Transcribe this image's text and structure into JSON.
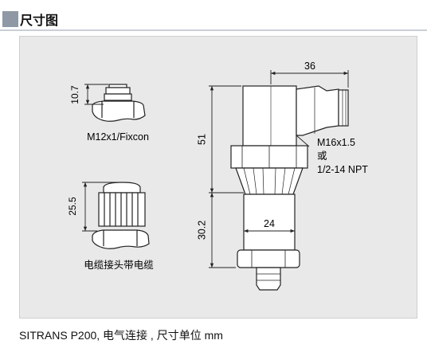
{
  "header": {
    "title": "尺寸图"
  },
  "figure": {
    "dimensions": {
      "connector_m12_height": "10.7",
      "connector_cable_height": "25.5",
      "width_top": "36",
      "height_upper": "51",
      "height_lower": "30.2",
      "width_body": "24"
    },
    "labels": {
      "connector_m12": "M12x1/Fixcon",
      "connector_cable": "电缆接头带电缆",
      "thread_line1": "M16x1.5",
      "thread_line2": "或",
      "thread_line3": "1/2-14 NPT"
    }
  },
  "caption": "SITRANS P200, 电气连接 , 尺寸单位 mm",
  "colors": {
    "header_mark": "#8f99a6",
    "figure_background": "#e9e9e9",
    "line": "#222222"
  }
}
